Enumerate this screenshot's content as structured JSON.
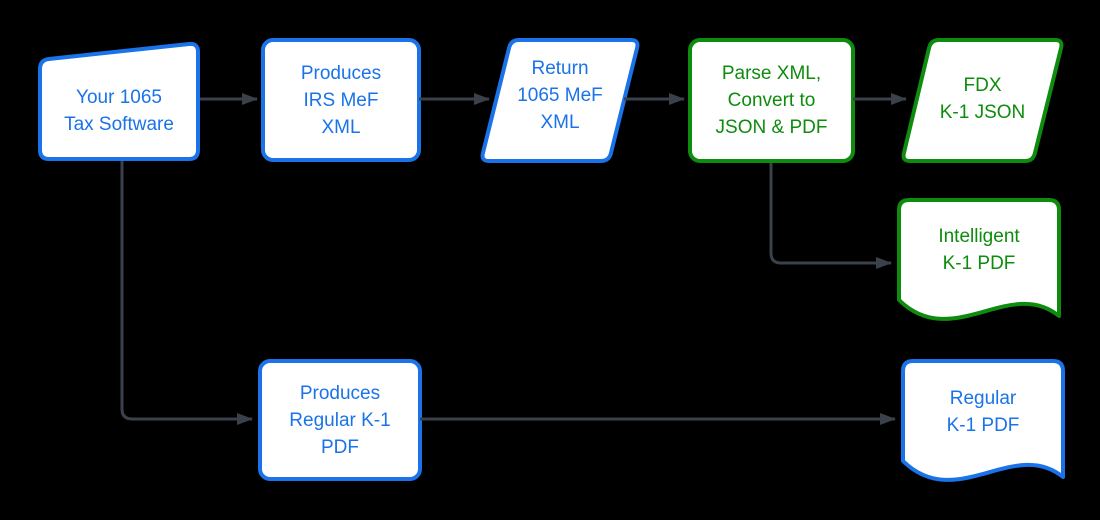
{
  "diagram": {
    "background_color": "#000000",
    "shape_fill_color": "#FFFFFF",
    "blue_color": "#1A73E8",
    "green_color": "#0E8C0E",
    "arrow_color": "#3A414B",
    "nodes": [
      {
        "id": "tax-software",
        "shape": "card",
        "color": "#1A73E8",
        "label": "Your 1065\nTax Software"
      },
      {
        "id": "produces-irs-mef-xml",
        "shape": "process",
        "color": "#1A73E8",
        "label": "Produces\nIRS MeF\nXML"
      },
      {
        "id": "return-1065-mef-xml",
        "shape": "parallelogram",
        "color": "#1A73E8",
        "label": "Return\n1065 MeF\nXML"
      },
      {
        "id": "parse-xml-convert",
        "shape": "process",
        "color": "#0E8C0E",
        "label": "Parse XML,\nConvert to\nJSON & PDF"
      },
      {
        "id": "fdx-k1-json",
        "shape": "parallelogram",
        "color": "#0E8C0E",
        "label": "FDX\nK-1 JSON"
      },
      {
        "id": "intelligent-k1-pdf",
        "shape": "document",
        "color": "#0E8C0E",
        "label": "Intelligent\nK-1 PDF"
      },
      {
        "id": "produces-regular-k1-pdf",
        "shape": "process",
        "color": "#1A73E8",
        "label": "Produces\nRegular K-1\nPDF"
      },
      {
        "id": "regular-k1-pdf",
        "shape": "document",
        "color": "#1A73E8",
        "label": "Regular\nK-1 PDF"
      }
    ],
    "edges": [
      {
        "from": "tax-software",
        "to": "produces-irs-mef-xml"
      },
      {
        "from": "produces-irs-mef-xml",
        "to": "return-1065-mef-xml"
      },
      {
        "from": "return-1065-mef-xml",
        "to": "parse-xml-convert"
      },
      {
        "from": "parse-xml-convert",
        "to": "fdx-k1-json"
      },
      {
        "from": "parse-xml-convert",
        "to": "intelligent-k1-pdf"
      },
      {
        "from": "tax-software",
        "to": "produces-regular-k1-pdf"
      },
      {
        "from": "produces-regular-k1-pdf",
        "to": "regular-k1-pdf"
      }
    ]
  }
}
